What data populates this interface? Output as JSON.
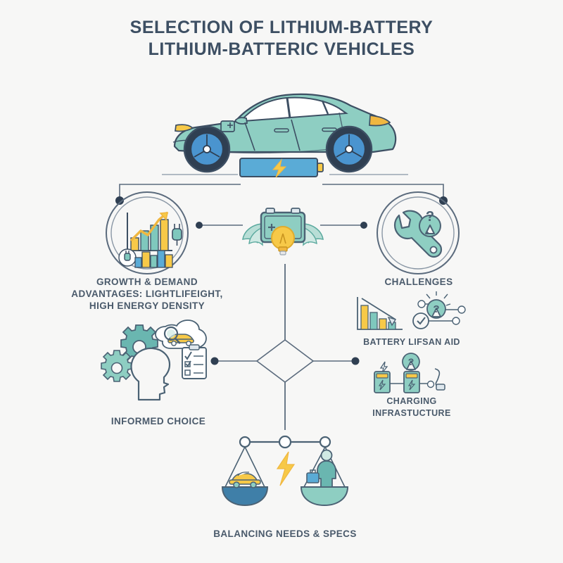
{
  "page": {
    "background_color": "#f7f7f6",
    "ink_color": "#3d4f63"
  },
  "title": {
    "line1": "SELECTION OF LITHIUM-BATTERY",
    "line2": "LITHIUM-BATTERIC VEHICLES"
  },
  "palette": {
    "teal": "#7fc8bd",
    "teal_dark": "#5aa99e",
    "blue": "#5aabd6",
    "blue_dark": "#3f7fa8",
    "yellow": "#f7c948",
    "yellow_light": "#fbd978",
    "navy": "#3d4f63",
    "line": "#5b6b7d",
    "gray_line": "#7a8896"
  },
  "hero": {
    "vehicle_name": "electric-sedan-illustration",
    "battery_name": "battery-bar-with-bolt"
  },
  "nodes": {
    "growth": {
      "icon_name": "growth-chart-circle-icon",
      "caption": "GROWTH & DEMAND\nADVANTAGES: LIGHTLIFEIGHT,\nHIGH ENERGY DENSITY"
    },
    "center": {
      "icon_name": "winged-battery-lightbulb-icon"
    },
    "challenges": {
      "icon_name": "wrench-question-circle-icon",
      "caption": "CHALLENGES"
    },
    "battery_life": {
      "icon_name": "declining-bar-chart-icon",
      "caption": "BATTERY LIFSAN    AID"
    },
    "charging": {
      "icon_name": "charging-station-network-icon",
      "caption": "CHARGING\nINFRASTUCTURE"
    },
    "informed": {
      "icon_name": "head-gears-checklist-icon",
      "caption": "INFORMED CHOICE"
    },
    "balance": {
      "icon_name": "balance-scale-car-person-icon",
      "caption": "BALANCING NEEDS & SPECS"
    }
  },
  "connectors": {
    "hub_name": "center-diamond-hub",
    "dot_name": "connector-endpoint-dot"
  }
}
